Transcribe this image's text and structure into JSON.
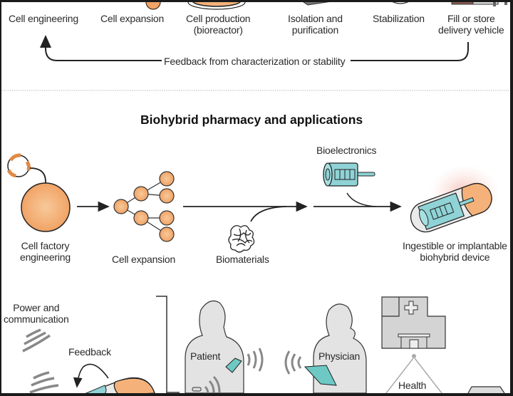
{
  "top_pipeline": {
    "steps": [
      {
        "label": "Cell engineering"
      },
      {
        "label": "Cell expansion"
      },
      {
        "label": "Cell production\n(bioreactor)",
        "line1": "Cell production",
        "line2": "(bioreactor)"
      },
      {
        "label": "Isolation and purification",
        "line1": "Isolation and",
        "line2": "purification"
      },
      {
        "label": "Stabilization"
      },
      {
        "label": "Fill or store delivery vehicle",
        "line1": "Fill or store",
        "line2": "delivery vehicle"
      }
    ],
    "feedback_label": "Feedback from characterization or stability"
  },
  "section_title": "Biohybrid pharmacy and applications",
  "pharmacy_flow": {
    "cell_factory": {
      "line1": "Cell factory",
      "line2": "engineering"
    },
    "cell_expansion": "Cell expansion",
    "biomaterials": "Biomaterials",
    "bioelectronics": "Bioelectronics",
    "device": {
      "line1": "Ingestible or implantable",
      "line2": "biohybrid device"
    }
  },
  "applications": {
    "power_comm": {
      "line1": "Power and",
      "line2": "communication"
    },
    "feedback": "Feedback",
    "patient": "Patient",
    "physician": "Physician",
    "health": "Health"
  },
  "colors": {
    "cell_orange": "#f4b27a",
    "cell_stroke": "#2b2b2b",
    "bioelectronic_teal": "#8fd3d6",
    "silhouette_gray": "#e3e3e3",
    "building_gray": "#d4d4d4",
    "glow": "#f6b8ac"
  }
}
